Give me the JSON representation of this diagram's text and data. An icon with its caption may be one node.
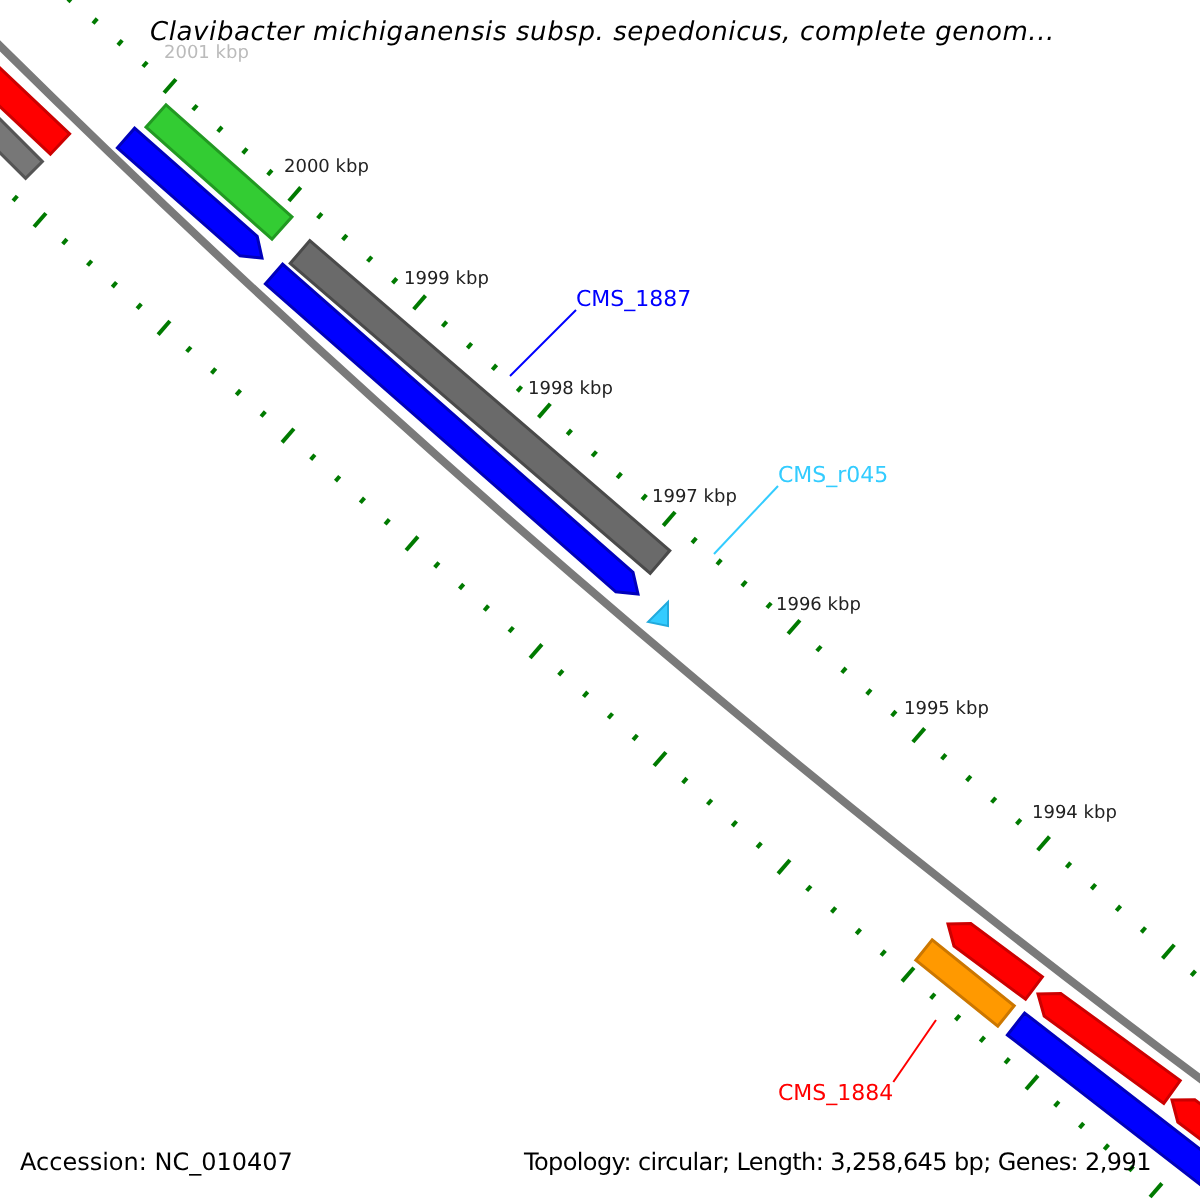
{
  "diagram": {
    "title": "Clavibacter michiganensis subsp. sepedonicus, complete genom...",
    "nodes": [
      {
        "text": [
          "CMS_1887"
        ]
      },
      {
        "text": [
          "CMS_r045"
        ]
      },
      {
        "text": [
          "CMS_1884"
        ]
      },
      {
        "text": [],
        "shape": "bar"
      },
      {
        "text": [],
        "shape": "triangle"
      },
      {
        "text": [],
        "shape": "bar"
      }
    ],
    "edges": [
      {
        "from": 0,
        "to": 3,
        "arrow": "none",
        "color": "#0000ff"
      },
      {
        "from": 1,
        "to": 4,
        "arrow": "none",
        "color": "#33ccff"
      },
      {
        "from": 2,
        "to": 5,
        "arrow": "none",
        "color": "#ff0000"
      }
    ],
    "labels": [
      "2001 kbp",
      "2000 kbp",
      "1999 kbp",
      "1998 kbp",
      "1997 kbp",
      "1996 kbp",
      "1995 kbp",
      "1994 kbp",
      "Accession: NC_010407",
      "Topology: circular; Length: 3,258,645 bp; Genes: 2,991"
    ]
  }
}
